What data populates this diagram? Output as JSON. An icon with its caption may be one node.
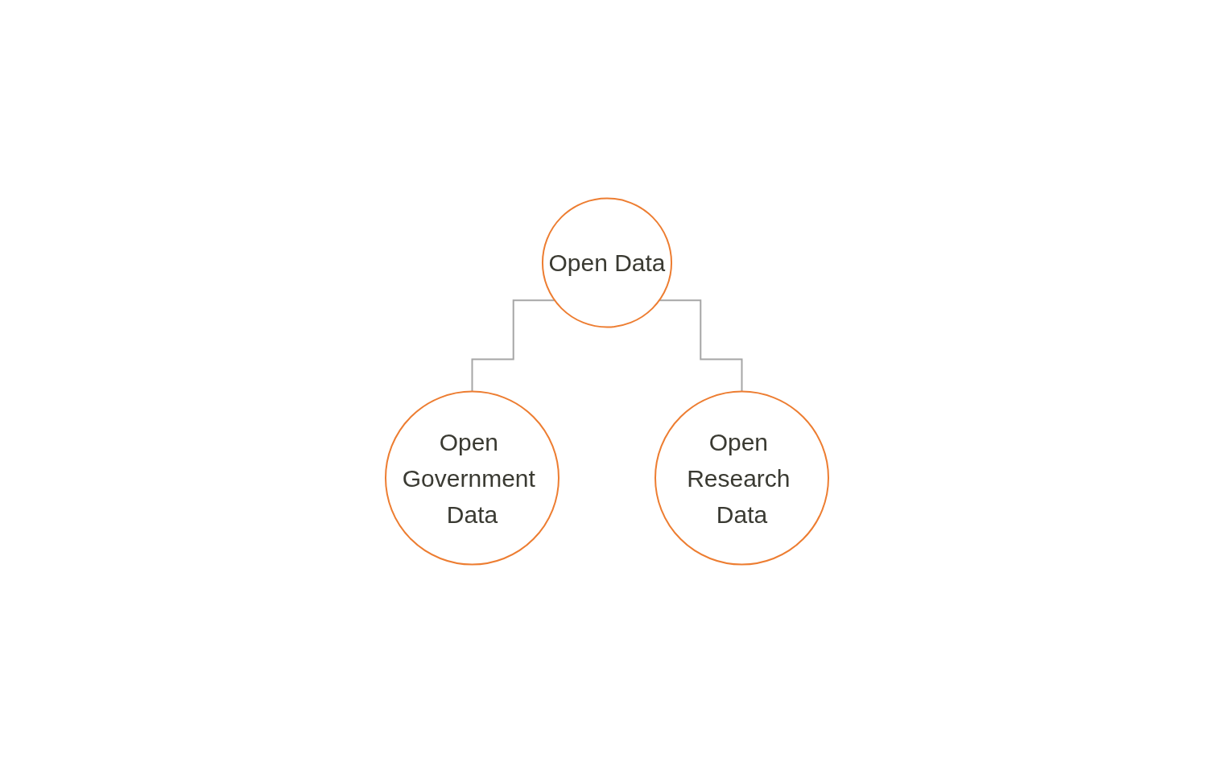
{
  "diagram": {
    "nodes": [
      {
        "text": [
          "Open Data"
        ]
      },
      {
        "text": [
          "Open Government Data"
        ]
      },
      {
        "text": [
          "Open Research Data"
        ]
      }
    ],
    "edges": [
      {
        "from": 0,
        "to": 1,
        "arrow": "none"
      },
      {
        "from": 0,
        "to": 2,
        "arrow": "none"
      }
    ]
  }
}
